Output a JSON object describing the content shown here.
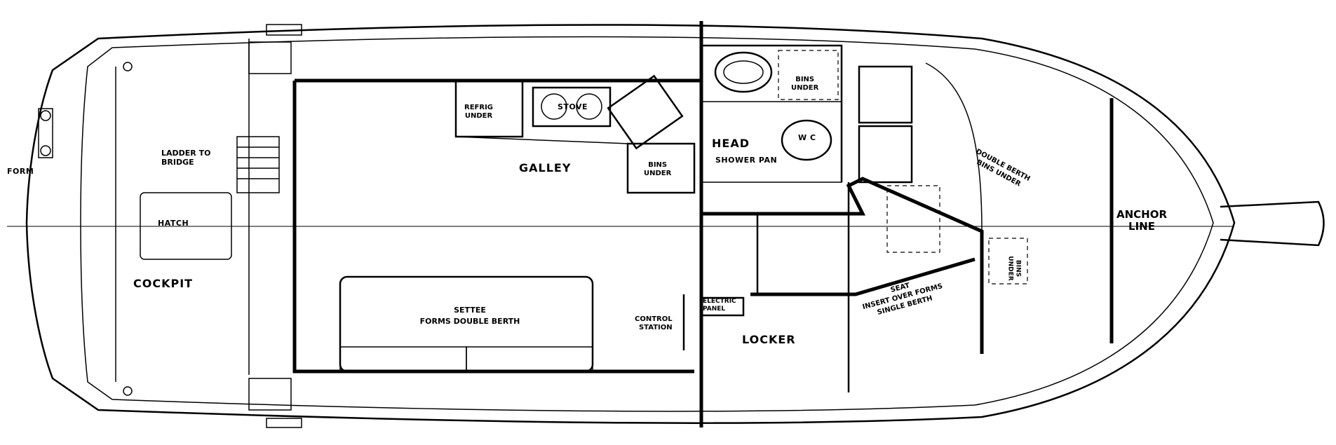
{
  "labels": {
    "form": "FORM",
    "ladder": "LADDER TO\nBRIDGE",
    "hatch": "HATCH",
    "cockpit": "COCKPIT",
    "refrig": "REFRIG\nUNDER",
    "stove": "STOVE",
    "galley": "GALLEY",
    "bins_galley": "BINS\nUNDER",
    "settee": "SETTEE\nFORMS DOUBLE BERTH",
    "control": "CONTROL\nSTATION",
    "electric": "ELECTRIC\nPANEL",
    "head": "HEAD",
    "shower": "SHOWER PAN",
    "wc": "W C",
    "bins_head": "BINS\nUNDER",
    "locker": "LOCKER",
    "seat": "SEAT\nINSERT OVER FORMS\nSINGLE BERTH",
    "double_berth": "DOUBLE BERTH\nBINS UNDER",
    "bins_fwd": "BINS\nUNDER",
    "anchor": "ANCHOR\nLINE"
  }
}
